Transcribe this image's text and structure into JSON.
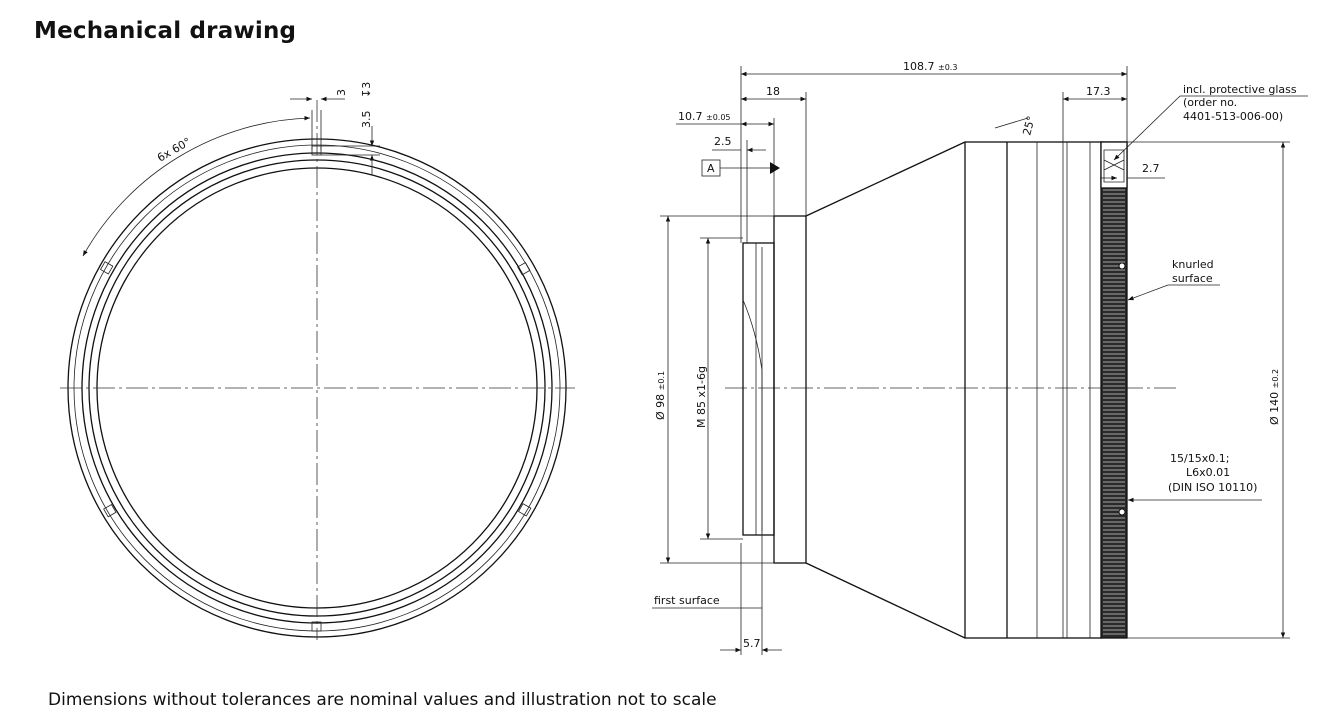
{
  "title": "Mechanical drawing",
  "footnote": "Dimensions without tolerances are nominal values and illustration not to scale",
  "front_view": {
    "slot_width": "3",
    "slot_depth_symbol": "↧3",
    "slot_offset": "3.5",
    "angle_pattern": "6x 60°"
  },
  "side_view": {
    "overall_length": "108.7",
    "overall_length_tol": "±0.3",
    "flange_length": "18",
    "thread_depth": "10.7",
    "thread_depth_tol": "±0.05",
    "thread_relief": "2.5",
    "datum": "A",
    "cone_angle": "25°",
    "front_ring_length": "17.3",
    "glass_thickness": "2.7",
    "glass_note_1": "incl. protective glass",
    "glass_note_2": "(order no.",
    "glass_note_3": "4401-513-006-00)",
    "knurl_note_1": "knurled",
    "knurl_note_2": "surface",
    "flange_diameter": "Ø 98",
    "flange_diameter_tol": "±0.1",
    "thread_spec": "M 85 x1-6g",
    "outer_diameter": "Ø 140",
    "outer_diameter_tol": "±0.2",
    "knurl_spec_1": "15/15x0.1;",
    "knurl_spec_2": "L6x0.01",
    "knurl_spec_3": "(DIN ISO 10110)",
    "first_surface_label": "first surface",
    "first_surface_dist": "5.7"
  }
}
